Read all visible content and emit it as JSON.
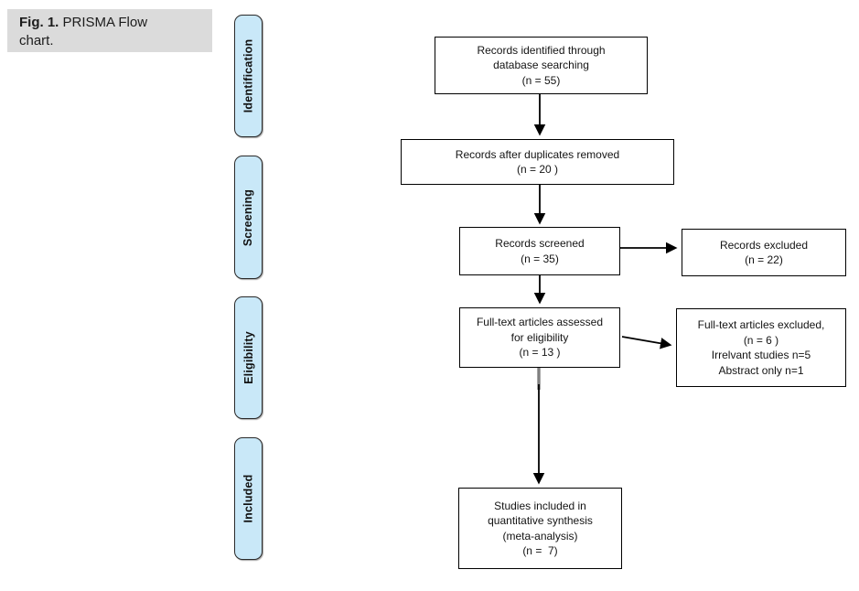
{
  "caption": {
    "prefix": "Fig. 1.",
    "text": " PRISMA Flow chart."
  },
  "stages": [
    {
      "label": "Identification"
    },
    {
      "label": "Screening"
    },
    {
      "label": "Eligibility"
    },
    {
      "label": "Included"
    }
  ],
  "flow": {
    "identified": {
      "lines": [
        "Records identified through",
        "database searching",
        "(n = 55)"
      ]
    },
    "duplicates_removed": {
      "lines": [
        "Records after duplicates removed",
        "(n = 20 )"
      ]
    },
    "screened": {
      "lines": [
        "Records screened",
        "(n = 35)"
      ]
    },
    "records_excluded": {
      "lines": [
        "Records excluded",
        "(n = 22)"
      ]
    },
    "fulltext_assessed": {
      "lines": [
        "Full-text articles assessed",
        "for eligibility",
        "(n = 13 )"
      ]
    },
    "fulltext_excluded": {
      "lines": [
        "Full-text articles excluded,",
        "(n = 6 )",
        "Irrelvant studies n=5",
        "Abstract only n=1"
      ]
    },
    "included": {
      "lines": [
        "Studies included in",
        "quantitative synthesis",
        "(meta-analysis)",
        "(n =  7)"
      ]
    }
  },
  "colors": {
    "stage_fill": "#c9e8f8",
    "stage_border": "#2a2a2a",
    "caption_bg": "#dbdbdb",
    "box_border": "#000000",
    "arrow": "#000000",
    "arrow_gray_segment": "#7f7f7f"
  }
}
